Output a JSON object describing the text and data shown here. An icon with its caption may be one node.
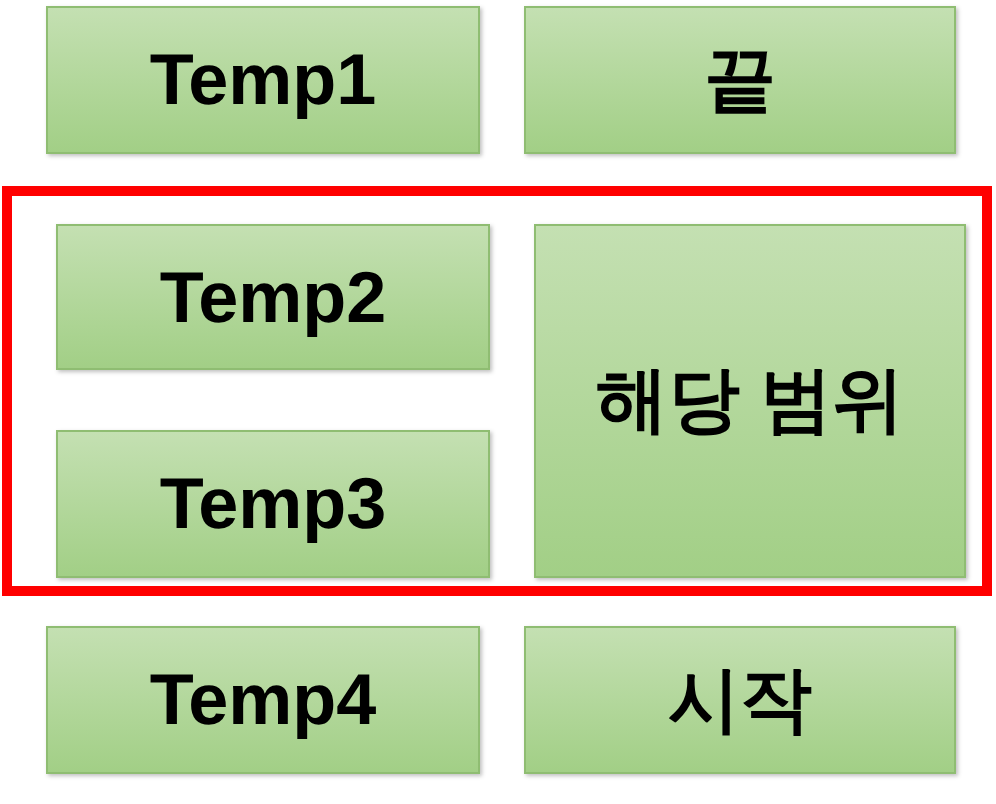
{
  "diagram": {
    "nodes": [
      {
        "text": [
          "Temp1"
        ]
      },
      {
        "text": [
          "끝"
        ]
      },
      {
        "text": [],
        "shape": "box"
      },
      {
        "text": [
          "Temp2"
        ],
        "in": 2
      },
      {
        "text": [
          "해당 범위"
        ],
        "in": 2
      },
      {
        "text": [
          "Temp3"
        ],
        "in": 2
      },
      {
        "text": [
          "Temp4"
        ]
      },
      {
        "text": [
          "시작"
        ]
      }
    ]
  }
}
